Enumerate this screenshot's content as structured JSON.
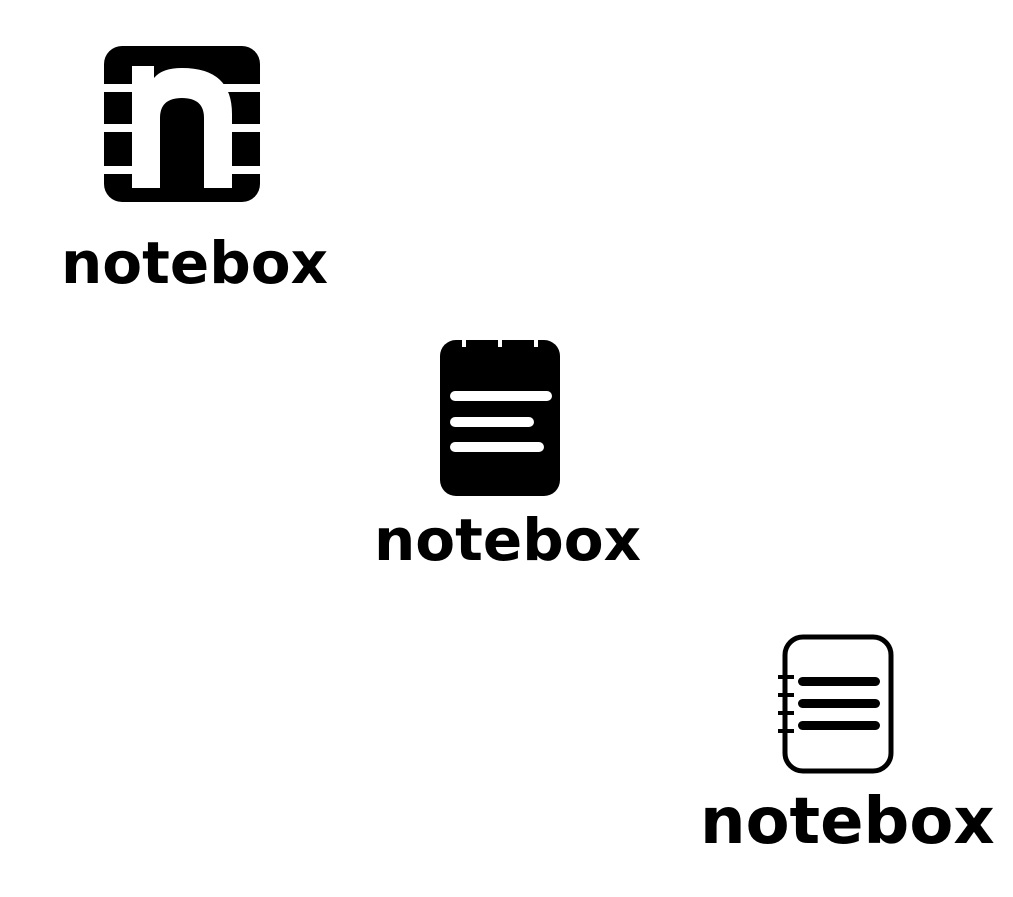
{
  "logos": [
    {
      "icon": "n-block-icon",
      "wordmark": "notebox"
    },
    {
      "icon": "notepad-filled-icon",
      "wordmark": "notebox"
    },
    {
      "icon": "notebook-outline-icon",
      "wordmark": "notebox"
    }
  ],
  "colors": {
    "ink": "#000000",
    "background": "#ffffff"
  }
}
